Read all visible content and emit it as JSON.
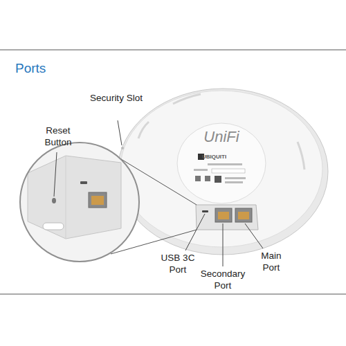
{
  "diagram": {
    "title": "Ports",
    "labels": [
      "Security Slot",
      "Reset Button",
      "UniFi",
      "UBIQUITI",
      "USB 3C Port",
      "Secondary Port",
      "Main Port"
    ]
  }
}
